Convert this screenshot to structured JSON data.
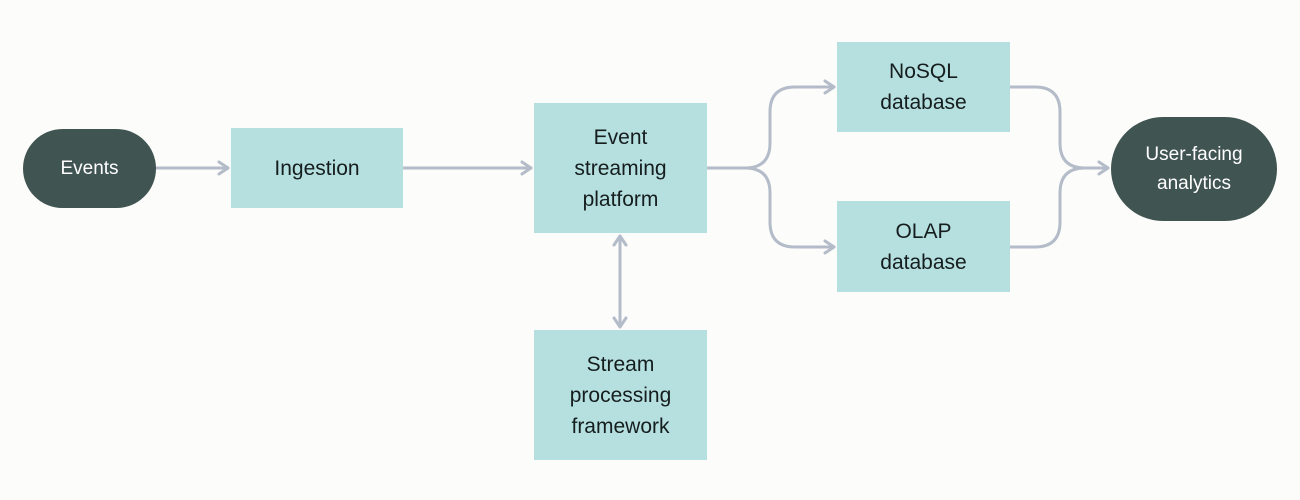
{
  "diagram": {
    "nodes": {
      "events": "Events",
      "ingestion": "Ingestion",
      "event_streaming_platform": "Event\nstreaming\nplatform",
      "stream_processing_framework": "Stream\nprocessing\nframework",
      "nosql_database": "NoSQL\ndatabase",
      "olap_database": "OLAP\ndatabase",
      "user_facing_analytics": "User-facing\nanalytics"
    },
    "edges": [
      {
        "from": "Events",
        "to": "Ingestion",
        "direction": "forward"
      },
      {
        "from": "Ingestion",
        "to": "Event streaming platform",
        "direction": "forward"
      },
      {
        "from": "Event streaming platform",
        "to": "Stream processing framework",
        "direction": "bidirectional"
      },
      {
        "from": "Event streaming platform",
        "to": "NoSQL database",
        "direction": "forward"
      },
      {
        "from": "Event streaming platform",
        "to": "OLAP database",
        "direction": "forward"
      },
      {
        "from": "NoSQL database",
        "to": "User-facing analytics",
        "direction": "forward"
      },
      {
        "from": "OLAP database",
        "to": "User-facing analytics",
        "direction": "forward"
      }
    ],
    "colors": {
      "box_fill": "#b5e0df",
      "terminal_fill": "#405451",
      "connector": "#b3bcc8",
      "background": "#fcfcfb"
    }
  }
}
